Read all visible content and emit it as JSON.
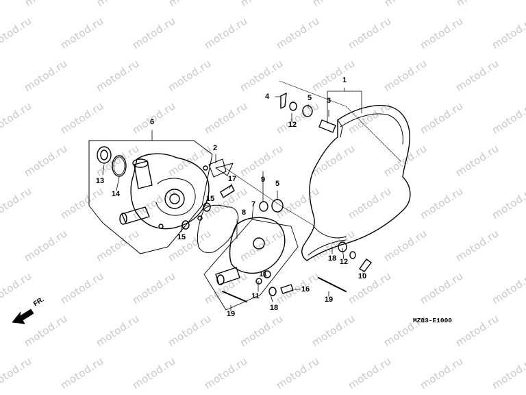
{
  "watermark": "motod.ru",
  "diagram_code": "MZ83-E1000",
  "direction_label": "FR.",
  "part_labels": [
    "1",
    "2",
    "3",
    "4",
    "5",
    "5",
    "6",
    "7",
    "8",
    "9",
    "10",
    "11",
    "11",
    "12",
    "12",
    "13",
    "14",
    "15",
    "15",
    "16",
    "17",
    "18",
    "18",
    "19",
    "19"
  ]
}
